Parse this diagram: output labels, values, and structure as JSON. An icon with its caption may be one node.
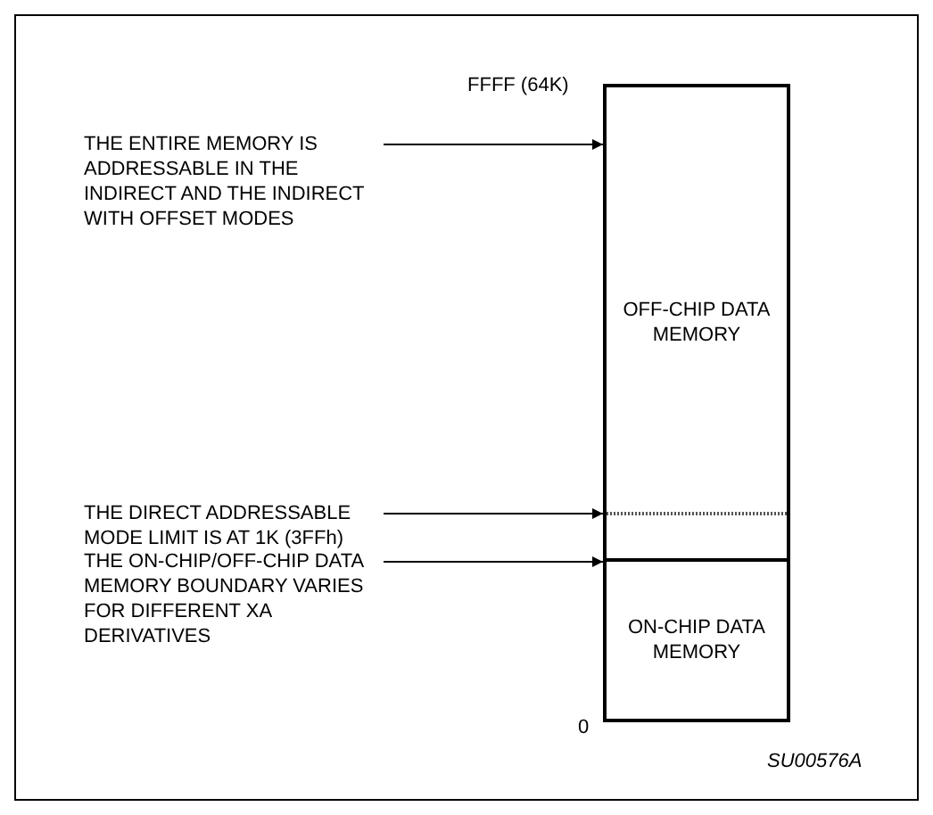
{
  "diagram": {
    "nodes": [
      {
        "text": [
          "OFF-CHIP DATA MEMORY"
        ]
      },
      {
        "text": [
          "ON-CHIP DATA MEMORY"
        ]
      },
      {
        "text": [
          "THE ENTIRE MEMORY IS ADDRESSABLE IN THE INDIRECT AND THE INDIRECT WITH OFFSET MODES"
        ]
      },
      {
        "text": [
          "THE DIRECT ADDRESSABLE MODE LIMIT IS AT 1K (3FFh)"
        ]
      },
      {
        "text": [
          "THE ON-CHIP/OFF-CHIP DATA MEMORY BOUNDARY VARIES FOR DIFFERENT XA DERIVATIVES"
        ]
      }
    ],
    "edges": [
      {
        "from": 2,
        "to": 0,
        "arrow": "to"
      },
      {
        "from": 3,
        "to": 0,
        "arrow": "to"
      },
      {
        "from": 4,
        "to": 1,
        "arrow": "to"
      }
    ],
    "labels": [
      "FFFF (64K)",
      "0",
      "SU00576A"
    ]
  }
}
